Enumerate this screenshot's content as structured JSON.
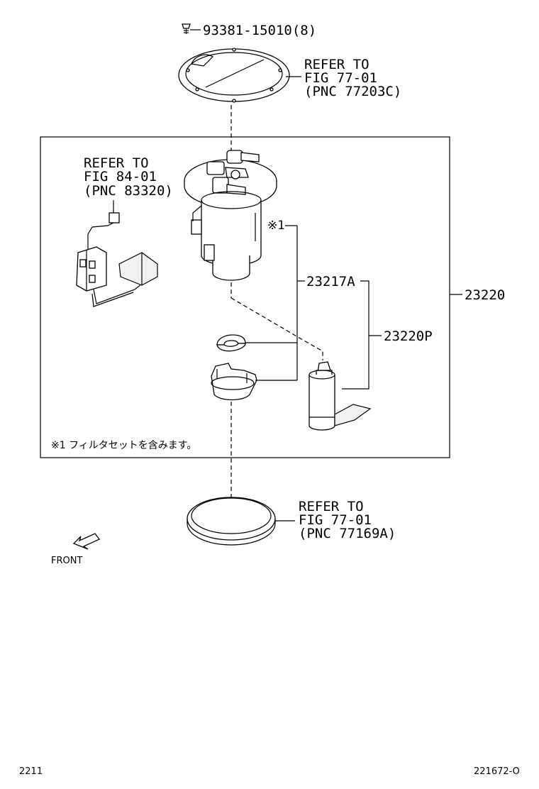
{
  "labels": {
    "bolt_part": "93381-15010(8)",
    "ref_top": [
      "REFER TO",
      "FIG 77-01",
      "(PNC 77203C)"
    ],
    "ref_left": [
      "REFER TO",
      "FIG 84-01",
      "(PNC 83320)"
    ],
    "ref_bottom": [
      "REFER TO",
      "FIG 77-01",
      "(PNC 77169A)"
    ],
    "note_mark": "※1",
    "filter_part": "23217A",
    "assembly_part": "23220",
    "pump_part": "23220P",
    "note_text": "※1 フィルタセットを含みます。",
    "front": "FRONT"
  },
  "footer": {
    "left": "2211",
    "right": "221672-O"
  }
}
